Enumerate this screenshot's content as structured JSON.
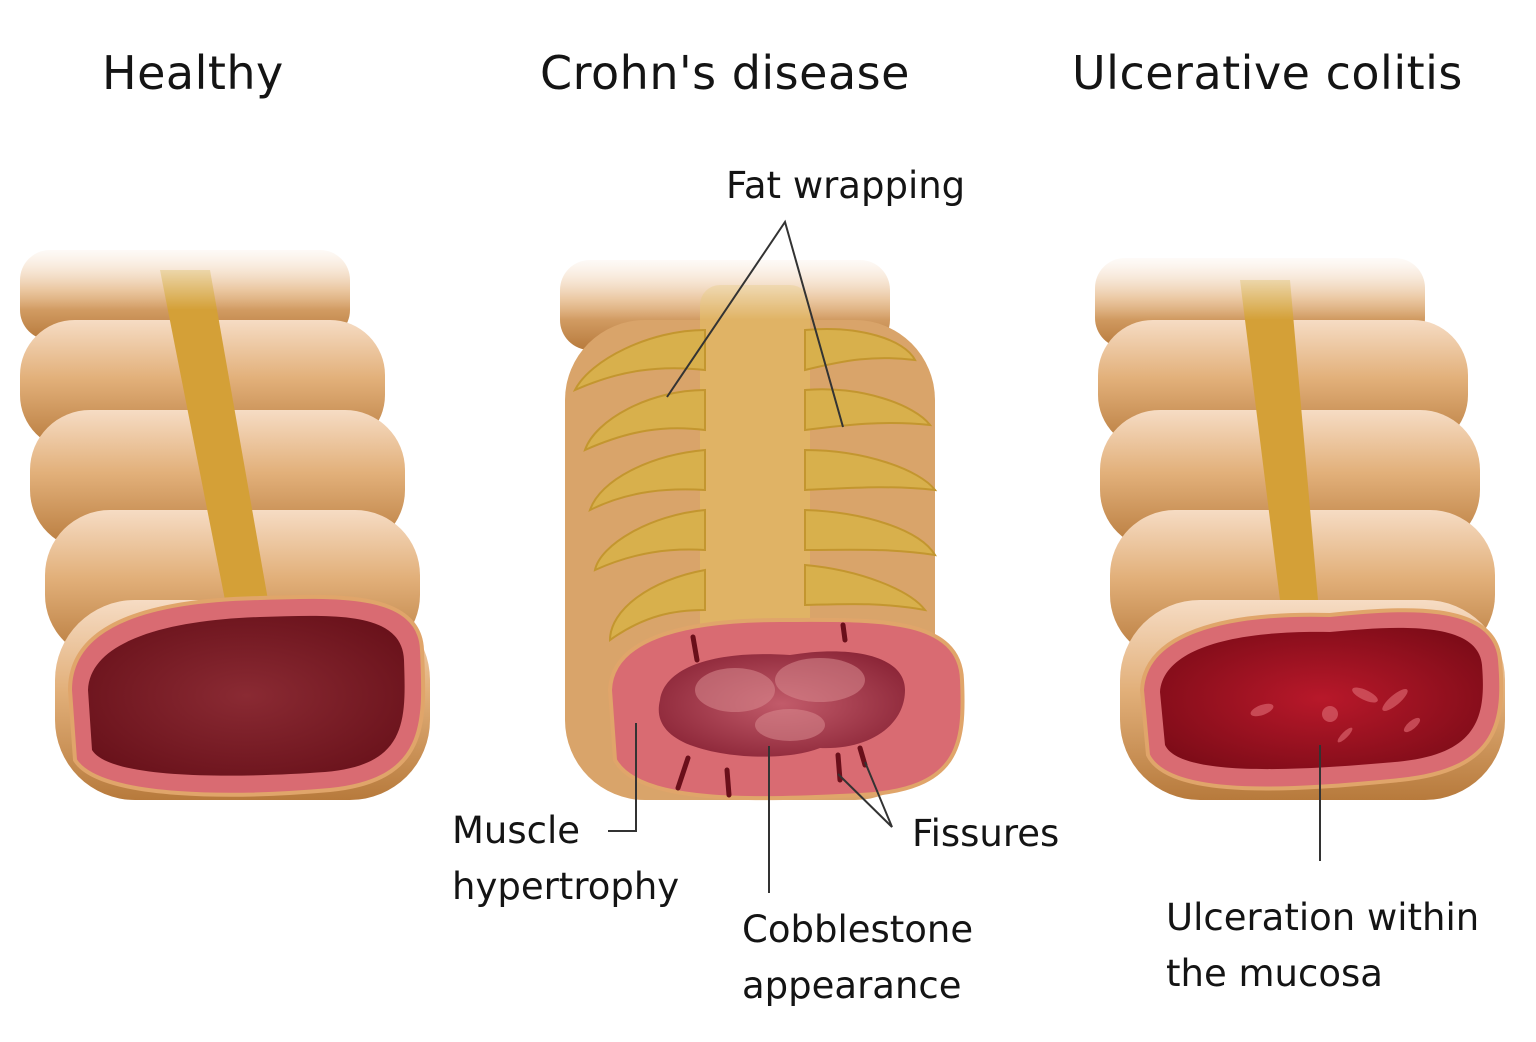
{
  "panels": [
    {
      "id": "healthy",
      "title": "Healthy"
    },
    {
      "id": "crohns",
      "title": "Crohn's disease"
    },
    {
      "id": "uc",
      "title": "Ulcerative colitis"
    }
  ],
  "annotations": {
    "fat_wrapping": "Fat wrapping",
    "muscle_hypertrophy": [
      "Muscle",
      "hypertrophy"
    ],
    "cobblestone": [
      "Cobblestone",
      "appearance"
    ],
    "fissures": "Fissures",
    "ulceration": [
      "Ulceration within",
      "the mucosa"
    ]
  },
  "colors": {
    "outer_tissue": "#d9a86c",
    "taenia_band": "#d4a037",
    "fat": "#d8b04c",
    "mucosa_rim": "#d96b72",
    "lumen_healthy": "#7a1a22",
    "lumen_crohns": "#b34d5f",
    "lumen_uc": "#a0121f",
    "leader_line": "#333333"
  }
}
